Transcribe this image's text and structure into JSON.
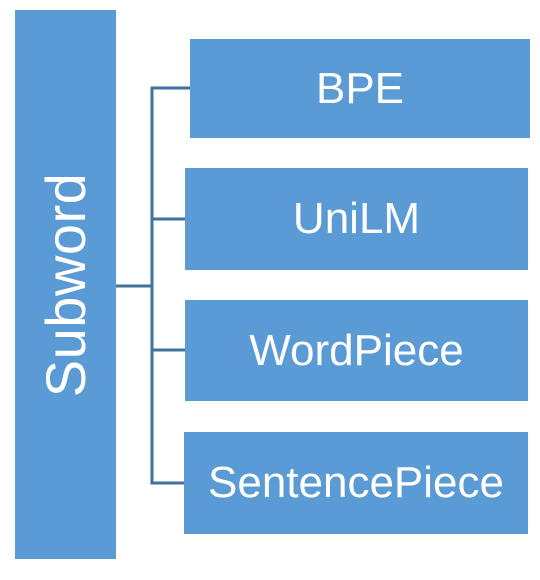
{
  "root": {
    "label": "Subword"
  },
  "children": [
    {
      "label": "BPE"
    },
    {
      "label": "UniLM"
    },
    {
      "label": "WordPiece"
    },
    {
      "label": "SentencePiece"
    }
  ],
  "colors": {
    "box_fill": "#5b9bd5",
    "text": "#ffffff",
    "connector": "#41719c",
    "background": "#ffffff"
  }
}
